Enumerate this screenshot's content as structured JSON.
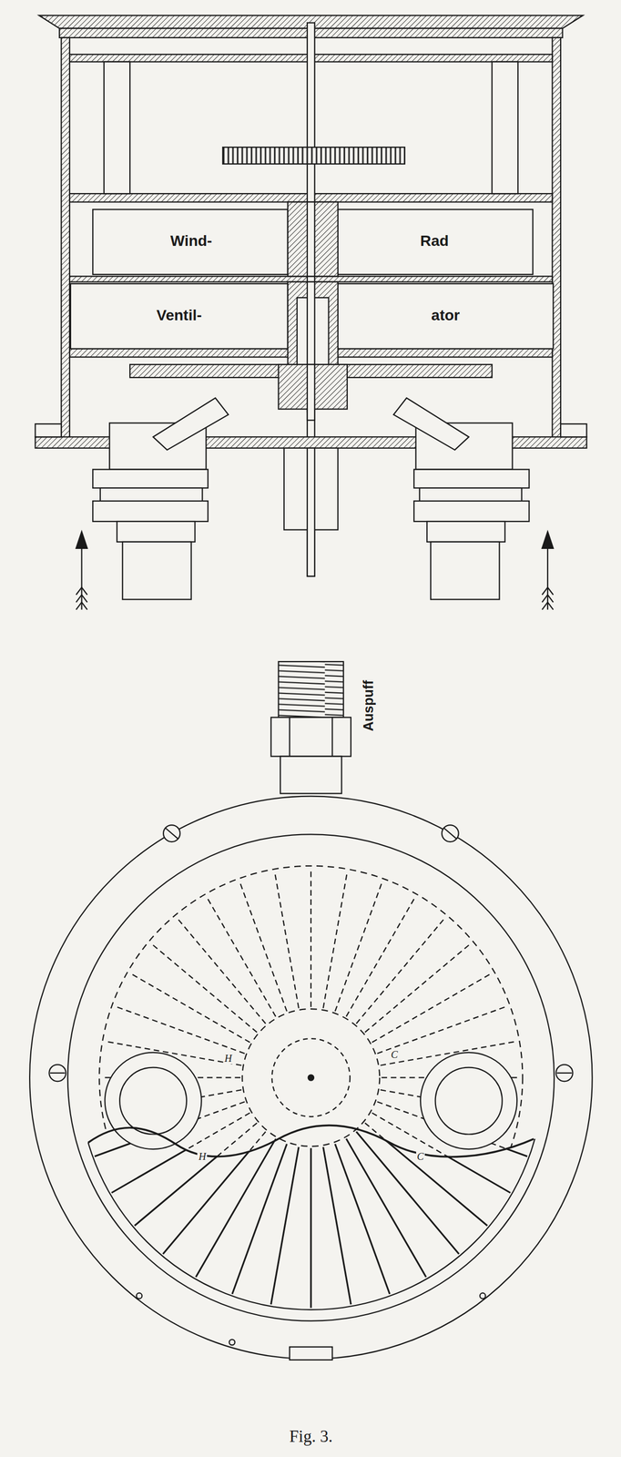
{
  "diagram": {
    "caption": "Fig. 3.",
    "nodes": [
      {
        "text": [
          "Wind-",
          "Rad"
        ]
      },
      {
        "text": [
          "Ventil-",
          "ator"
        ]
      }
    ],
    "labels": [
      "Auspuff",
      "H",
      "C",
      "H",
      "C"
    ]
  }
}
